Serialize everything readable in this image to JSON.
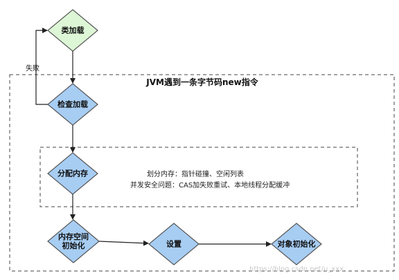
{
  "outer_box": {
    "title": "JVM遇到一条字节码new指令"
  },
  "nodes": {
    "class_load": {
      "label": "类加载",
      "fill": "#ddf7d6"
    },
    "check_load": {
      "label": "检查加载",
      "fill": "#a7cdf3"
    },
    "alloc_mem": {
      "label": "分配内存",
      "fill": "#a7cdf3"
    },
    "mem_init": {
      "line1": "内存空间",
      "line2": "初始化",
      "fill": "#a7cdf3"
    },
    "setup": {
      "label": "设置",
      "fill": "#a7cdf3"
    },
    "obj_init": {
      "label": "对象初始化",
      "fill": "#a7cdf3"
    }
  },
  "edge_labels": {
    "fail": "失败"
  },
  "alloc_notes": {
    "line1": "划分内存：指针碰撞、空闲列表",
    "line2": "并发安全问题：CAS加失败重试、本地线程分配缓冲"
  },
  "watermark": "https://blog.csdn.net/u_xxx"
}
